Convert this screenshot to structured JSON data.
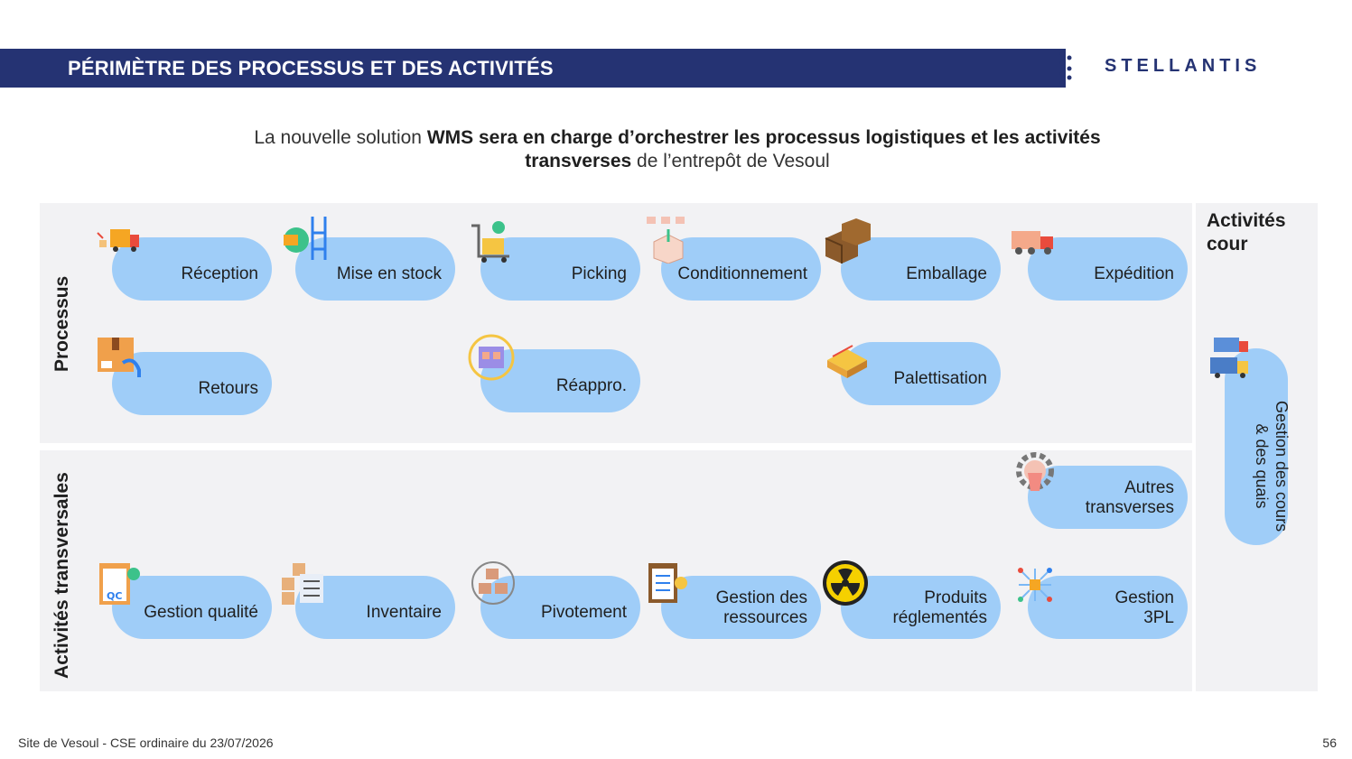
{
  "header": {
    "title": "PÉRIMÈTRE DES PROCESSUS ET DES ACTIVITÉS",
    "logo": "STELLANTIS"
  },
  "intro": {
    "part1": "La nouvelle solution ",
    "bold1": "WMS sera en charge d’orchestrer les processus logistiques et les activités",
    "bold2": "transverses",
    "part2": " de l’entrepôt de Vesoul"
  },
  "sections": {
    "processus": "Processus",
    "transversales": "Activités transversales",
    "cour_title_1": "Activités",
    "cour_title_2": "cour"
  },
  "processus_items": {
    "reception": "Réception",
    "mise_en_stock": "Mise en stock",
    "picking": "Picking",
    "conditionnement": "Conditionnement",
    "emballage": "Emballage",
    "expedition": "Expédition",
    "retours": "Retours",
    "reappro": "Réappro.",
    "palettisation": "Palettisation"
  },
  "transverse_items": {
    "autres_1": "Autres",
    "autres_2": "transverses",
    "qualite": "Gestion qualité",
    "inventaire": "Inventaire",
    "pivotement": "Pivotement",
    "ressources_1": "Gestion des",
    "ressources_2": "ressources",
    "produits_1": "Produits",
    "produits_2": "réglementés",
    "tpl_1": "Gestion",
    "tpl_2": "3PL"
  },
  "cour_item": {
    "line1": "Gestion des cours",
    "line2": "& des quais"
  },
  "footer": {
    "text": "Site de Vesoul - CSE ordinaire du 23/07/2026",
    "page": "56"
  },
  "colors": {
    "header": "#253373",
    "pill": "#9fcdf8",
    "panel": "#f2f2f4"
  },
  "icons": [
    "truck-unloading-icon",
    "racking-icon",
    "trolley-picking-icon",
    "box-packing-icon",
    "cardboard-boxes-icon",
    "delivery-truck-icon",
    "return-box-icon",
    "replenishment-icon",
    "pallet-icon",
    "gear-icon",
    "qc-clipboard-icon",
    "inventory-checklist-icon",
    "rotation-boxes-icon",
    "checklist-clipboard-icon",
    "radioactive-icon",
    "network-nodes-icon",
    "trucks-yard-icon"
  ]
}
